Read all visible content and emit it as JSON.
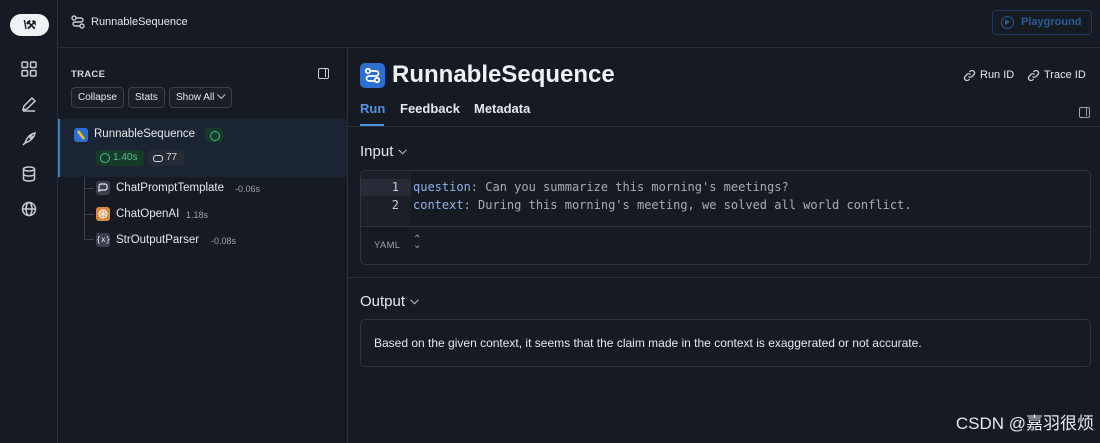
{
  "rail": {
    "logo_text": "\\⚒",
    "items": [
      "grid-icon",
      "pen-icon",
      "rocket-icon",
      "database-icon",
      "globe-icon"
    ]
  },
  "topbar": {
    "breadcrumb": "RunnableSequence",
    "playground_label": "Playground"
  },
  "trace": {
    "heading": "TRACE",
    "buttons": {
      "collapse": "Collapse",
      "stats": "Stats",
      "show_all": "Show All"
    },
    "root": {
      "name": "RunnableSequence",
      "latency": "1.40s",
      "tokens": "77"
    },
    "children": [
      {
        "name": "ChatPromptTemplate",
        "latency": "-0.06s"
      },
      {
        "name": "ChatOpenAI",
        "latency": "1.18s"
      },
      {
        "name": "StrOutputParser",
        "latency": "-0.08s"
      }
    ]
  },
  "main": {
    "title": "RunnableSequence",
    "run_id_label": "Run ID",
    "trace_id_label": "Trace ID",
    "tabs": [
      {
        "label": "Run",
        "active": true
      },
      {
        "label": "Feedback",
        "active": false
      },
      {
        "label": "Metadata",
        "active": false
      }
    ],
    "input": {
      "title": "Input",
      "lines": [
        {
          "num": "1",
          "key": "question",
          "value": "Can you summarize this morning's meetings?"
        },
        {
          "num": "2",
          "key": "context",
          "value": "During this morning's meeting, we solved all world conflict."
        }
      ],
      "format_label": "YAML"
    },
    "output": {
      "title": "Output",
      "text": "Based on the given context, it seems that the claim made in the context is exaggerated or not accurate."
    }
  },
  "watermark": "CSDN @嘉羽很烦",
  "colors": {
    "background": "#161a22",
    "accent": "#4c95e4",
    "success": "#47c486",
    "selected_row": "#1b2433"
  }
}
